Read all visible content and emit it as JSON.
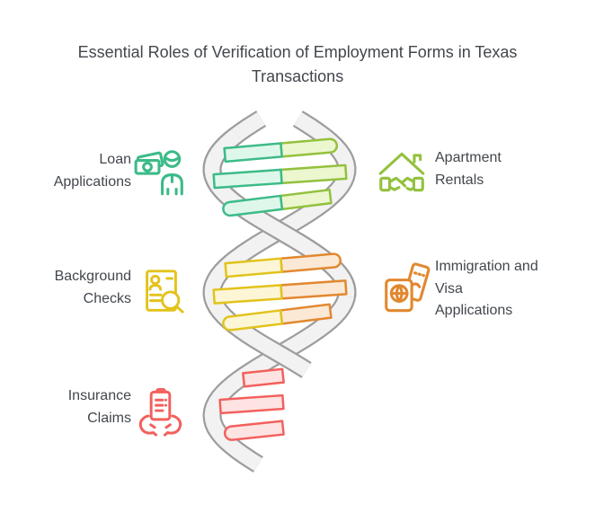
{
  "title": "Essential Roles of Verification of Employment Forms in Texas Transactions",
  "colors": {
    "background": "#FFFFFF",
    "text": "#42474D",
    "strand_stroke": "#9D9D9D",
    "strand_fill": "#F2F2F2",
    "green": "#3CBB88",
    "green_fill": "#DFF7EB",
    "lime": "#93C13E",
    "lime_fill": "#ECF6CF",
    "yellow": "#E2C31C",
    "yellow_fill": "#FCF6D7",
    "orange": "#E2882F",
    "orange_fill": "#FBE9D6",
    "red": "#F2605D",
    "red_fill": "#FDE4E2"
  },
  "items": [
    {
      "label": "Loan Applications",
      "lines": [
        "Loan",
        "Applications"
      ],
      "side": "left",
      "icon": "money-person-icon",
      "color": "#3CBB88"
    },
    {
      "label": "Apartment Rentals",
      "lines": [
        "Apartment",
        "Rentals"
      ],
      "side": "right",
      "icon": "house-handshake-icon",
      "color": "#93C13E"
    },
    {
      "label": "Background Checks",
      "lines": [
        "Background",
        "Checks"
      ],
      "side": "left",
      "icon": "resume-search-icon",
      "color": "#E2C31C"
    },
    {
      "label": "Immigration and Visa Applications",
      "lines": [
        "Immigration and",
        "Visa",
        "Applications"
      ],
      "side": "right",
      "icon": "passport-ticket-icon",
      "color": "#E2882F"
    },
    {
      "label": "Insurance Claims",
      "lines": [
        "Insurance",
        "Claims"
      ],
      "side": "left",
      "icon": "hands-document-icon",
      "color": "#F2605D"
    }
  ]
}
